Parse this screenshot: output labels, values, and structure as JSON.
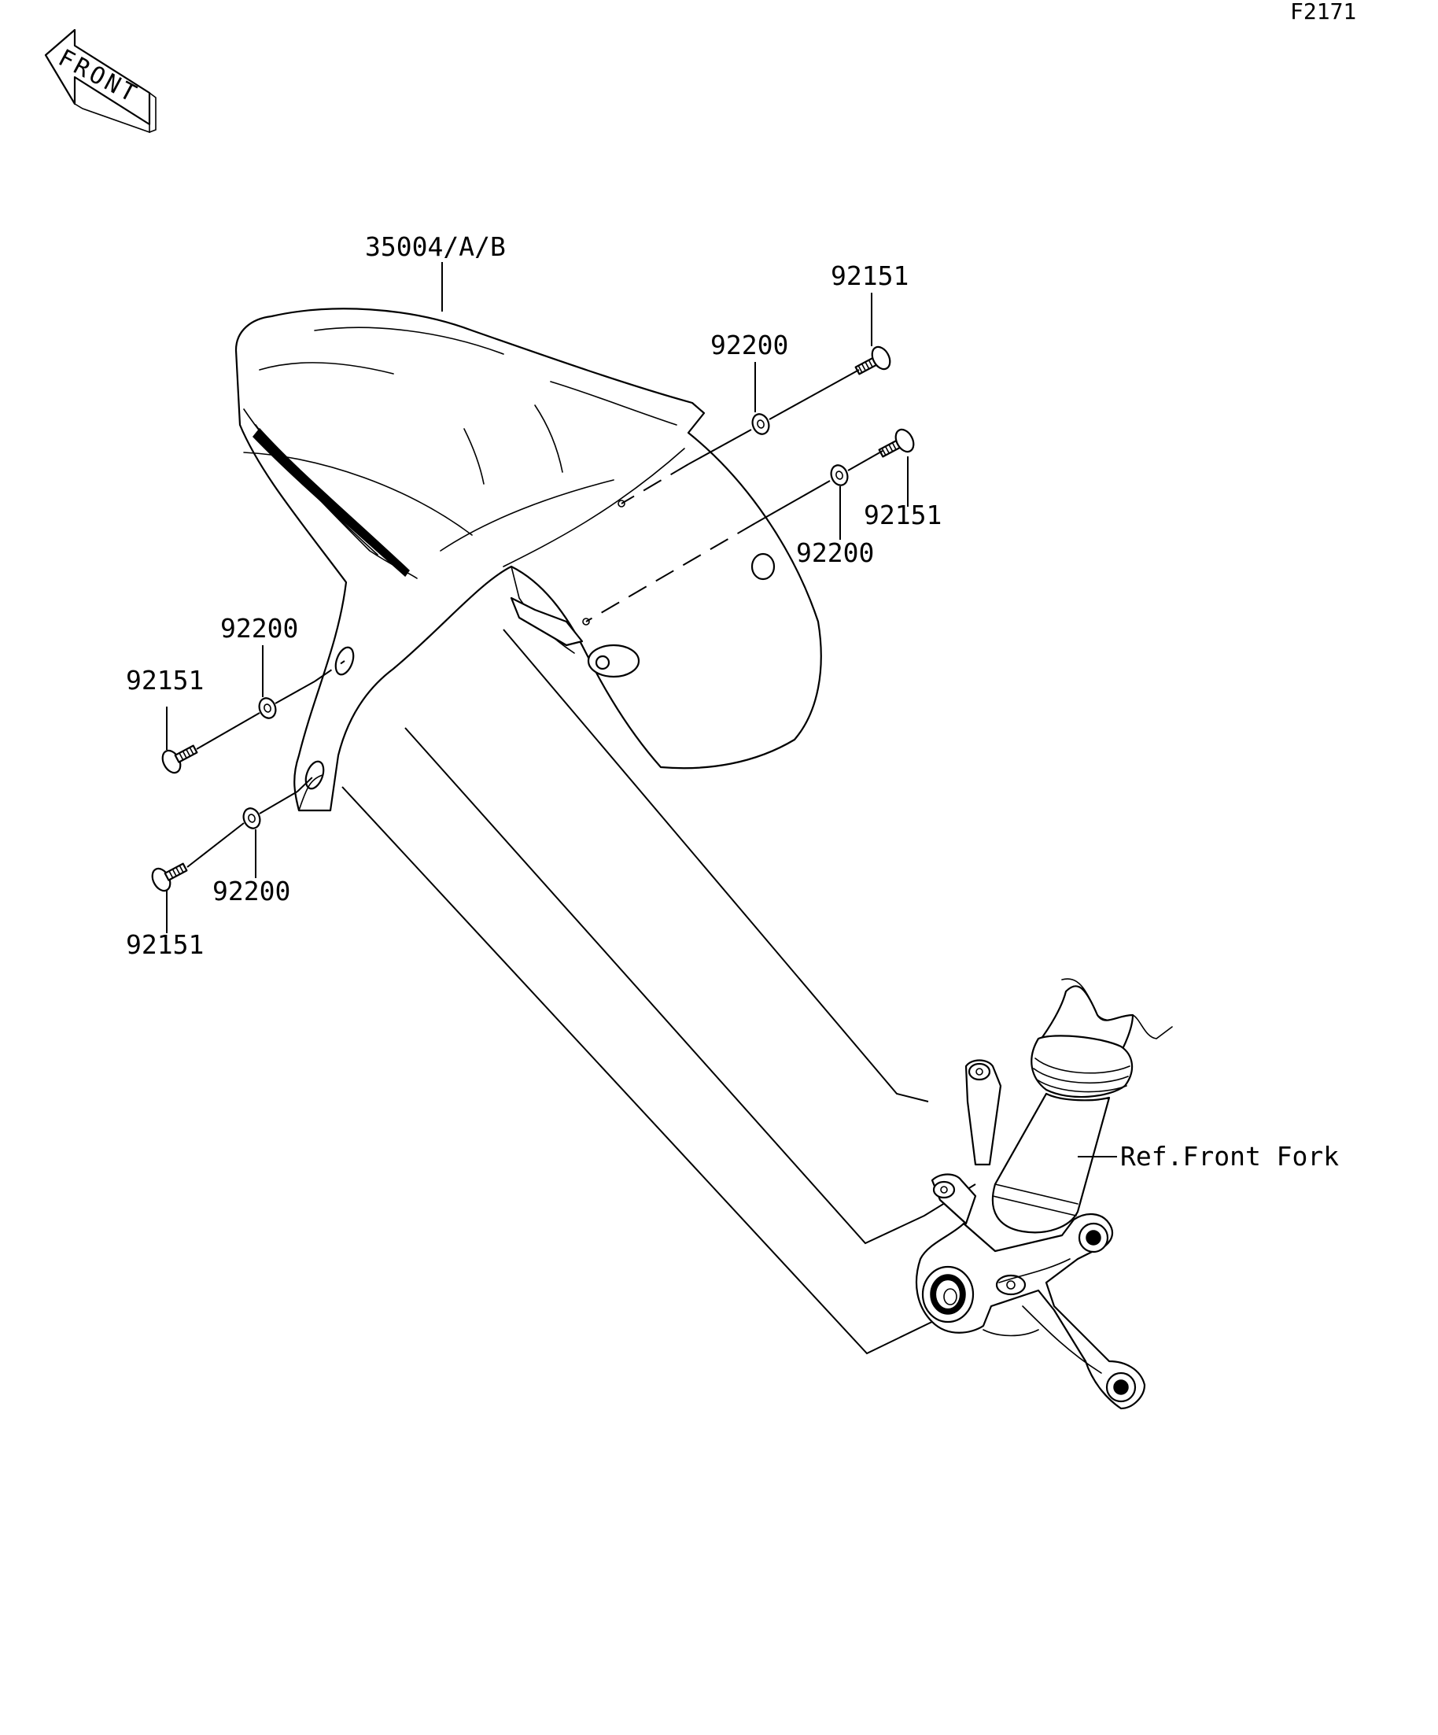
{
  "diagram": {
    "figure_code": "F2171",
    "front_arrow_label": "FRONT",
    "parts": {
      "fender": "35004/A/B",
      "bolt_upper_right": "92151",
      "washer_upper_right": "92200",
      "bolt_mid_right": "92151",
      "washer_mid_right": "92200",
      "washer_upper_left": "92200",
      "bolt_upper_left": "92151",
      "washer_lower_left": "92200",
      "bolt_lower_left": "92151"
    },
    "reference": "Ref.Front Fork"
  }
}
